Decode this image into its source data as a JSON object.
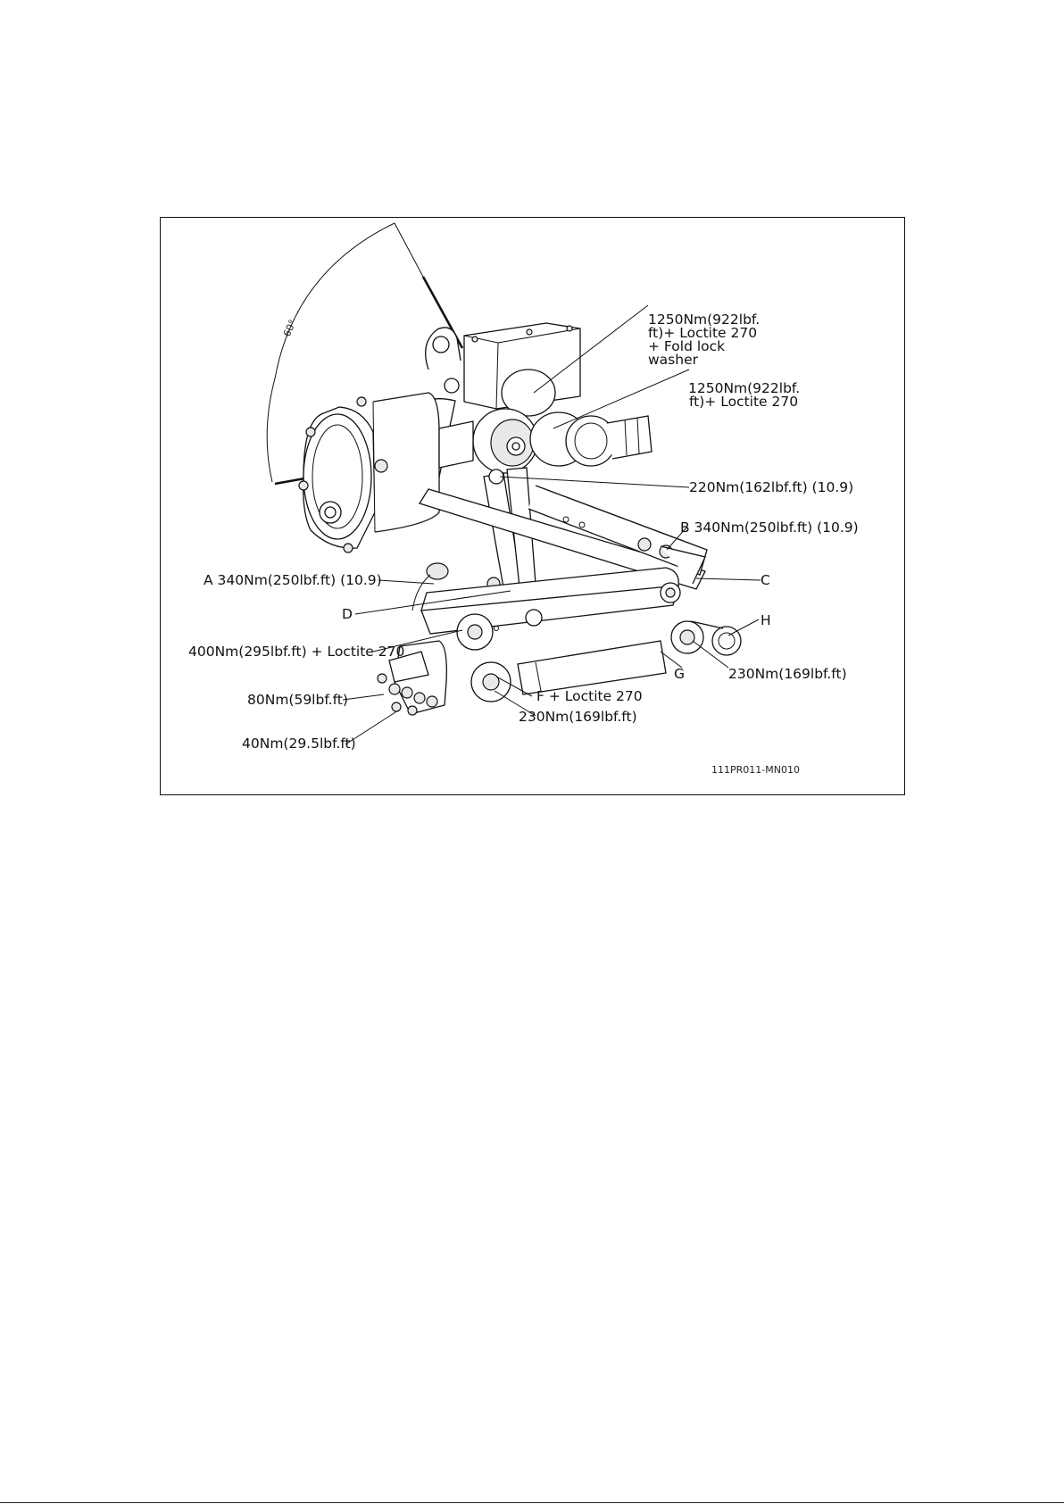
{
  "figure": {
    "drawing_number": "111PR011-MN010",
    "angle": "60°",
    "callouts": {
      "rotor_nut": [
        "1250Nm(922lbf.",
        "ft)+ Loctite 270",
        "+ Fold lock",
        "washer"
      ],
      "gearbox_bolt": [
        "1250Nm(922lbf.",
        "ft)+ Loctite 270"
      ],
      "arm_bolt": "220Nm(162lbf.ft) (10.9)",
      "b_bolt": "B 340Nm(250lbf.ft) (10.9)",
      "a_bolt": "A 340Nm(250lbf.ft) (10.9)",
      "c_label": "C",
      "d_label": "D",
      "h_label": "H",
      "g_label": "G",
      "pivot_bolt": "400Nm(295lbf.ft) + Loctite 270",
      "cyl_rear_bolt": "230Nm(169lbf.ft)",
      "f_label": "F + Loctite 270",
      "cyl_front_bolt": "230Nm(169lbf.ft)",
      "valve_80": "80Nm(59lbf.ft)",
      "valve_40": "40Nm(29.5lbf.ft)"
    }
  }
}
